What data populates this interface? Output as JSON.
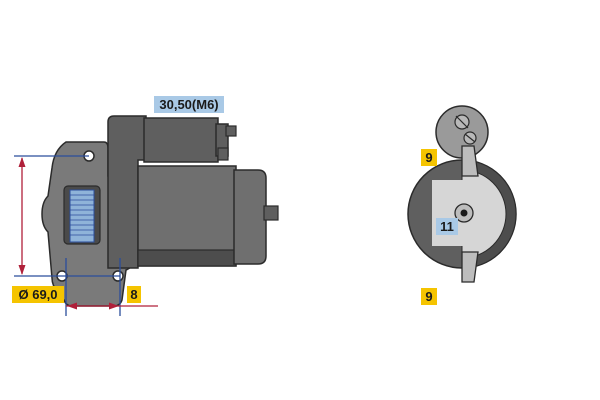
{
  "diagram": {
    "labels": {
      "terminal": "30,50(M6)",
      "diameter": "Ø 69,0",
      "flange_offset": "8",
      "teeth_top": "9",
      "teeth_bottom": "9",
      "pinion_teeth": "11"
    },
    "colors": {
      "housing": "#5f5f5f",
      "body": "#6f6f6f",
      "shadow": "#4d4d4d",
      "outline": "#2b2b2b",
      "flange": "#7a7a7a",
      "pinion": "#8fb3d9",
      "dimension_blue": "#2b4d9c",
      "dimension_red": "#b0203a",
      "label_yellow": "#f5c400",
      "label_blue": "#a9c9e6"
    }
  }
}
